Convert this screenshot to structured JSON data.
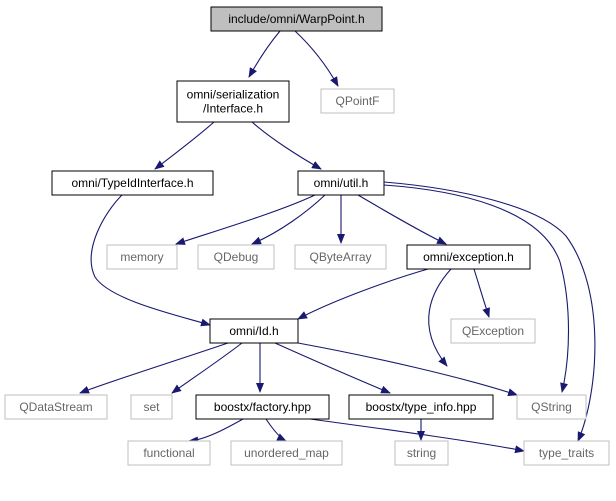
{
  "nodes": [
    {
      "id": "warppoint",
      "lines": [
        "include/omni/WarpPoint.h"
      ],
      "kind": "root"
    },
    {
      "id": "serialization",
      "lines": [
        "omni/serialization",
        "/Interface.h"
      ],
      "kind": "file"
    },
    {
      "id": "qpointf",
      "lines": [
        "QPointF"
      ],
      "kind": "external"
    },
    {
      "id": "typeidinterface",
      "lines": [
        "omni/TypeIdInterface.h"
      ],
      "kind": "file"
    },
    {
      "id": "util",
      "lines": [
        "omni/util.h"
      ],
      "kind": "file"
    },
    {
      "id": "memory",
      "lines": [
        "memory"
      ],
      "kind": "external"
    },
    {
      "id": "qdebug",
      "lines": [
        "QDebug"
      ],
      "kind": "external"
    },
    {
      "id": "qbytearray",
      "lines": [
        "QByteArray"
      ],
      "kind": "external"
    },
    {
      "id": "exception",
      "lines": [
        "omni/exception.h"
      ],
      "kind": "file"
    },
    {
      "id": "qexception",
      "lines": [
        "QException"
      ],
      "kind": "external"
    },
    {
      "id": "id",
      "lines": [
        "omni/Id.h"
      ],
      "kind": "file"
    },
    {
      "id": "qdatastream",
      "lines": [
        "QDataStream"
      ],
      "kind": "external"
    },
    {
      "id": "set",
      "lines": [
        "set"
      ],
      "kind": "external"
    },
    {
      "id": "factory",
      "lines": [
        "boostx/factory.hpp"
      ],
      "kind": "file"
    },
    {
      "id": "typeinfo",
      "lines": [
        "boostx/type_info.hpp"
      ],
      "kind": "file"
    },
    {
      "id": "qstring",
      "lines": [
        "QString"
      ],
      "kind": "external"
    },
    {
      "id": "functional",
      "lines": [
        "functional"
      ],
      "kind": "external"
    },
    {
      "id": "unordered_map",
      "lines": [
        "unordered_map"
      ],
      "kind": "external"
    },
    {
      "id": "string",
      "lines": [
        "string"
      ],
      "kind": "external"
    },
    {
      "id": "type_traits",
      "lines": [
        "type_traits"
      ],
      "kind": "external"
    }
  ],
  "edges": [
    {
      "from": "warppoint",
      "to": "serialization"
    },
    {
      "from": "warppoint",
      "to": "qpointf"
    },
    {
      "from": "serialization",
      "to": "typeidinterface"
    },
    {
      "from": "serialization",
      "to": "util"
    },
    {
      "from": "typeidinterface",
      "to": "id"
    },
    {
      "from": "util",
      "to": "memory"
    },
    {
      "from": "util",
      "to": "qdebug"
    },
    {
      "from": "util",
      "to": "qbytearray"
    },
    {
      "from": "util",
      "to": "exception"
    },
    {
      "from": "util",
      "to": "qstring"
    },
    {
      "from": "util",
      "to": "type_traits"
    },
    {
      "from": "exception",
      "to": "id"
    },
    {
      "from": "exception",
      "to": "qexception"
    },
    {
      "from": "exception",
      "to": "qstring"
    },
    {
      "from": "id",
      "to": "qdatastream"
    },
    {
      "from": "id",
      "to": "set"
    },
    {
      "from": "id",
      "to": "factory"
    },
    {
      "from": "id",
      "to": "typeinfo"
    },
    {
      "from": "id",
      "to": "qstring"
    },
    {
      "from": "factory",
      "to": "functional"
    },
    {
      "from": "factory",
      "to": "unordered_map"
    },
    {
      "from": "factory",
      "to": "type_traits"
    },
    {
      "from": "typeinfo",
      "to": "string"
    }
  ],
  "colors": {
    "edge": "#191970",
    "root_fill": "#bfbfbf",
    "file_border": "#000000",
    "external_border": "#bfbfbf",
    "external_text": "#666666",
    "text": "#000000"
  }
}
